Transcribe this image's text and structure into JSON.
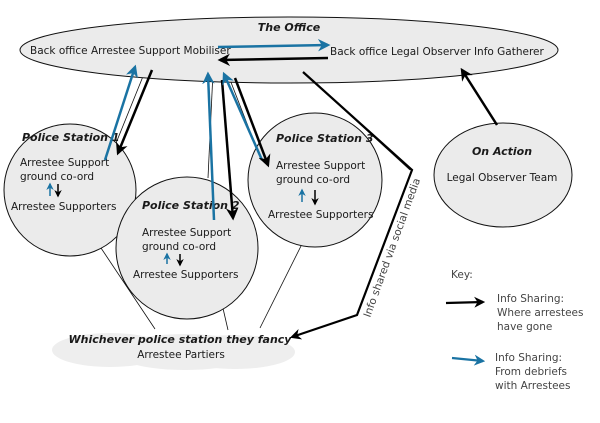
{
  "colors": {
    "node_fill": "#ebebeb",
    "node_stroke": "#111111",
    "arrow_black": "#000000",
    "arrow_blue": "#1a73a3",
    "party_fill": "#eeeeee"
  },
  "office": {
    "title": "The Office",
    "left_role": "Back office Arrestee Support Mobiliser",
    "right_role": "Back office Legal Observer Info Gatherer"
  },
  "stations": [
    {
      "title": "Police Station 1",
      "coord_line1": "Arrestee Support",
      "coord_line2": "ground co-ord",
      "supporters": "Arrestee Supporters"
    },
    {
      "title": "Police Station 2",
      "coord_line1": "Arrestee Support",
      "coord_line2": "ground co-ord",
      "supporters": "Arrestee Supporters"
    },
    {
      "title": "Police Station 3",
      "coord_line1": "Arrestee Support",
      "coord_line2": "ground co-ord",
      "supporters": "Arrestee Supporters"
    }
  ],
  "on_action": {
    "title": "On Action",
    "team": "Legal Observer Team"
  },
  "partiers": {
    "title": "Whichever police station they fancy",
    "label": "Arrestee Partiers"
  },
  "social_media_label": "Info shared via social media",
  "key": {
    "title": "Key:",
    "black": {
      "line1": "Info Sharing:",
      "line2": "Where arrestees",
      "line3": "have gone"
    },
    "blue": {
      "line1": "Info Sharing:",
      "line2": "From debriefs",
      "line3": "with Arrestees"
    }
  }
}
